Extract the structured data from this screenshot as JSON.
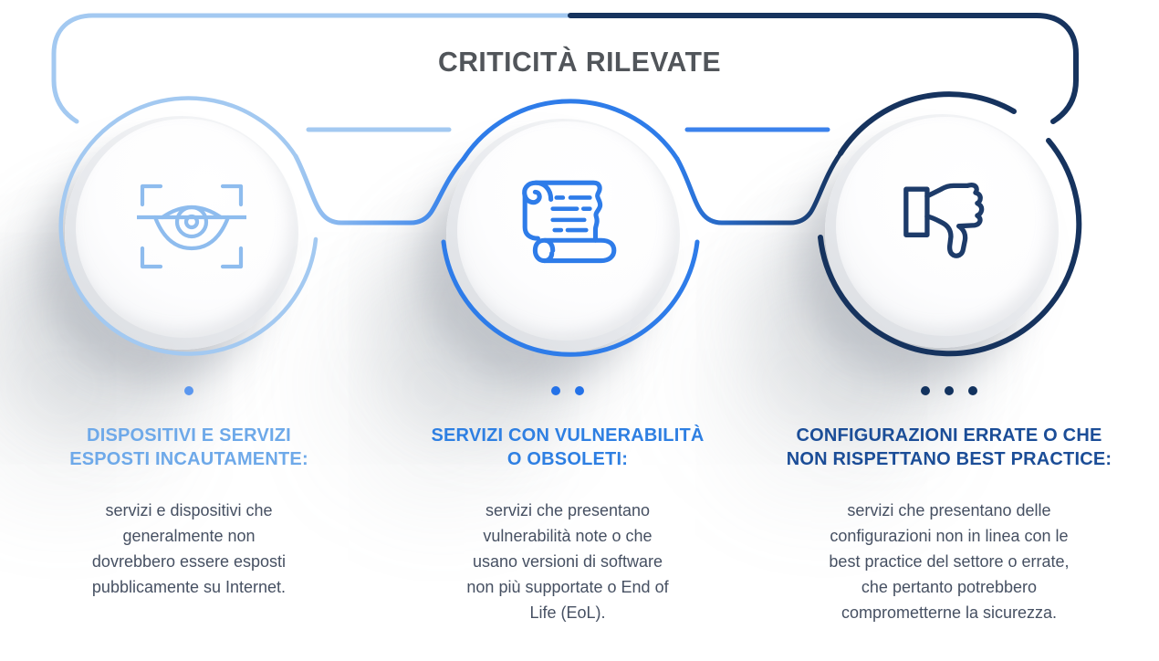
{
  "title": "CRITICITÀ RILEVATE",
  "colors": {
    "accent-light": "#a3c9f1",
    "accent-mid": "#2e7ce9",
    "accent-dark": "#16335e",
    "heading-light": "#6ea9e9",
    "heading-mid": "#2e7fe2",
    "heading-dark": "#1b4d97",
    "title-color": "#51555a",
    "body-color": "#465062",
    "dot-light": "#5b97ef",
    "dot-mid": "#2472e8",
    "dot-dark": "#12325e"
  },
  "columns": [
    {
      "id": "exposed-devices",
      "icon": "eye-scan-icon",
      "dot_count": 1,
      "heading": "DISPOSITIVI E SERVIZI\nESPOSTI INCAUTAMENTE:",
      "body": "servizi e dispositivi  che\ngeneralmente  non\ndovrebbero  essere  esposti\npubblicamente  su Internet."
    },
    {
      "id": "vulnerable-obsolete-services",
      "icon": "scroll-icon",
      "dot_count": 2,
      "heading": "SERVIZI CON VULNERABILITÀ\nO OBSOLETI:",
      "body": "servizi  che presentano\nvulnerabilità  note  o che\nusano  versioni  di software\nnon  più  supportate  o End of\nLife (EoL)."
    },
    {
      "id": "misconfigurations",
      "icon": "thumbs-down-icon",
      "dot_count": 3,
      "heading": "CONFIGURAZIONI ERRATE O CHE\nNON RISPETTANO BEST PRACTICE:",
      "body": "servizi  che  presentano   delle\nconfigurazioni   non  in linea  con  le\nbest  practice  del  settore  o  errate,\nche  pertanto  potrebbero\ncomprometterne  la  sicurezza."
    }
  ]
}
